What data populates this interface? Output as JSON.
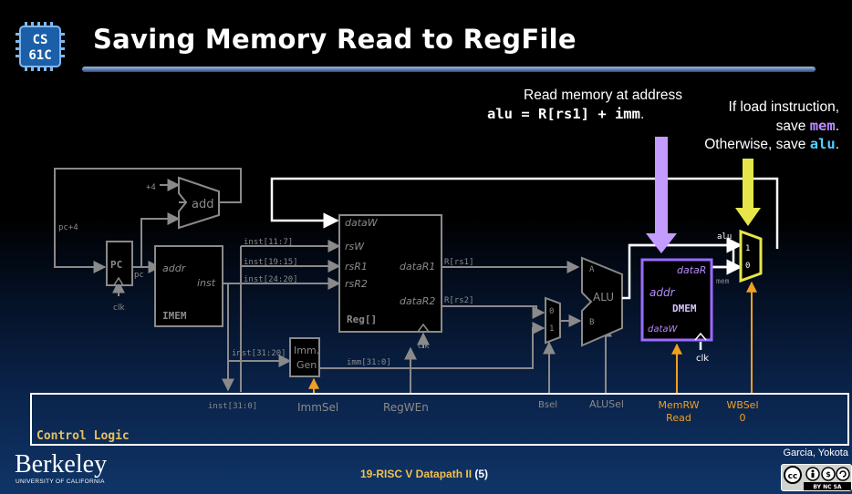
{
  "logo": {
    "line1": "CS",
    "line2": "61C"
  },
  "title": "Saving Memory Read to RegFile",
  "notes": {
    "read_line1": "Read memory at address",
    "read_line2_code": "alu = R[rs1] + imm",
    "read_line2_end": ".",
    "load_line1": "If load instruction,",
    "load_line2_pre": "save ",
    "load_line2_code": "mem",
    "load_line2_end": ".",
    "load_line3_pre": "Otherwise, save ",
    "load_line3_code": "alu",
    "load_line3_end": "."
  },
  "labels": {
    "plus4": "+4",
    "add": "add",
    "pc4": "pc+4",
    "pc": "PC",
    "pc_out": "pc",
    "clk": "clk",
    "addr": "addr",
    "inst": "inst",
    "imem": "IMEM",
    "inst_11_7": "inst[11:7]",
    "inst_19_15": "inst[19:15]",
    "inst_24_20": "inst[24:20]",
    "inst_31_20": "inst[31:20]",
    "inst_31_0": "inst[31:0]",
    "dataW": "dataW",
    "rsW": "rsW",
    "rsR1": "rsR1",
    "rsR2": "rsR2",
    "dataR1": "dataR1",
    "dataR2": "dataR2",
    "reg": "Reg[]",
    "r_rs1": "R[rs1]",
    "r_rs2": "R[rs2]",
    "imm1": "Imm.",
    "imm2": "Gen",
    "imm_31_0": "imm[31:0]",
    "A": "A",
    "B": "B",
    "alu_block": "ALU",
    "mux0": "0",
    "mux1": "1",
    "dmem_addr": "addr",
    "dmem_dataR": "dataR",
    "dmem_dataW": "dataW",
    "dmem": "DMEM",
    "alu_in": "alu",
    "mem_in": "mem",
    "wb1": "1",
    "wb0": "0",
    "ImmSel": "ImmSel",
    "RegWEn": "RegWEn",
    "BSel": "Bsel",
    "ALUSel": "ALUSel",
    "MemRW": "MemRW",
    "MemRW_val": "Read",
    "WBSel": "WBSel",
    "WBSel_val": "0",
    "control": "Control Logic"
  },
  "footer": {
    "university": "Berkeley",
    "university_sub": "UNIVERSITY OF CALIFORNIA",
    "lecture_pre": "19-RISC V Datapath II ",
    "lecture_num": "(5)",
    "authors": "Garcia, Yokota",
    "license_top": "cc",
    "license_sub": "BY  NC  SA"
  },
  "colors": {
    "gray": "#8a8a8a",
    "purple": "#9b6bff",
    "yellow": "#e6e64a",
    "orange": "#f0a020",
    "white": "#ffffff"
  }
}
